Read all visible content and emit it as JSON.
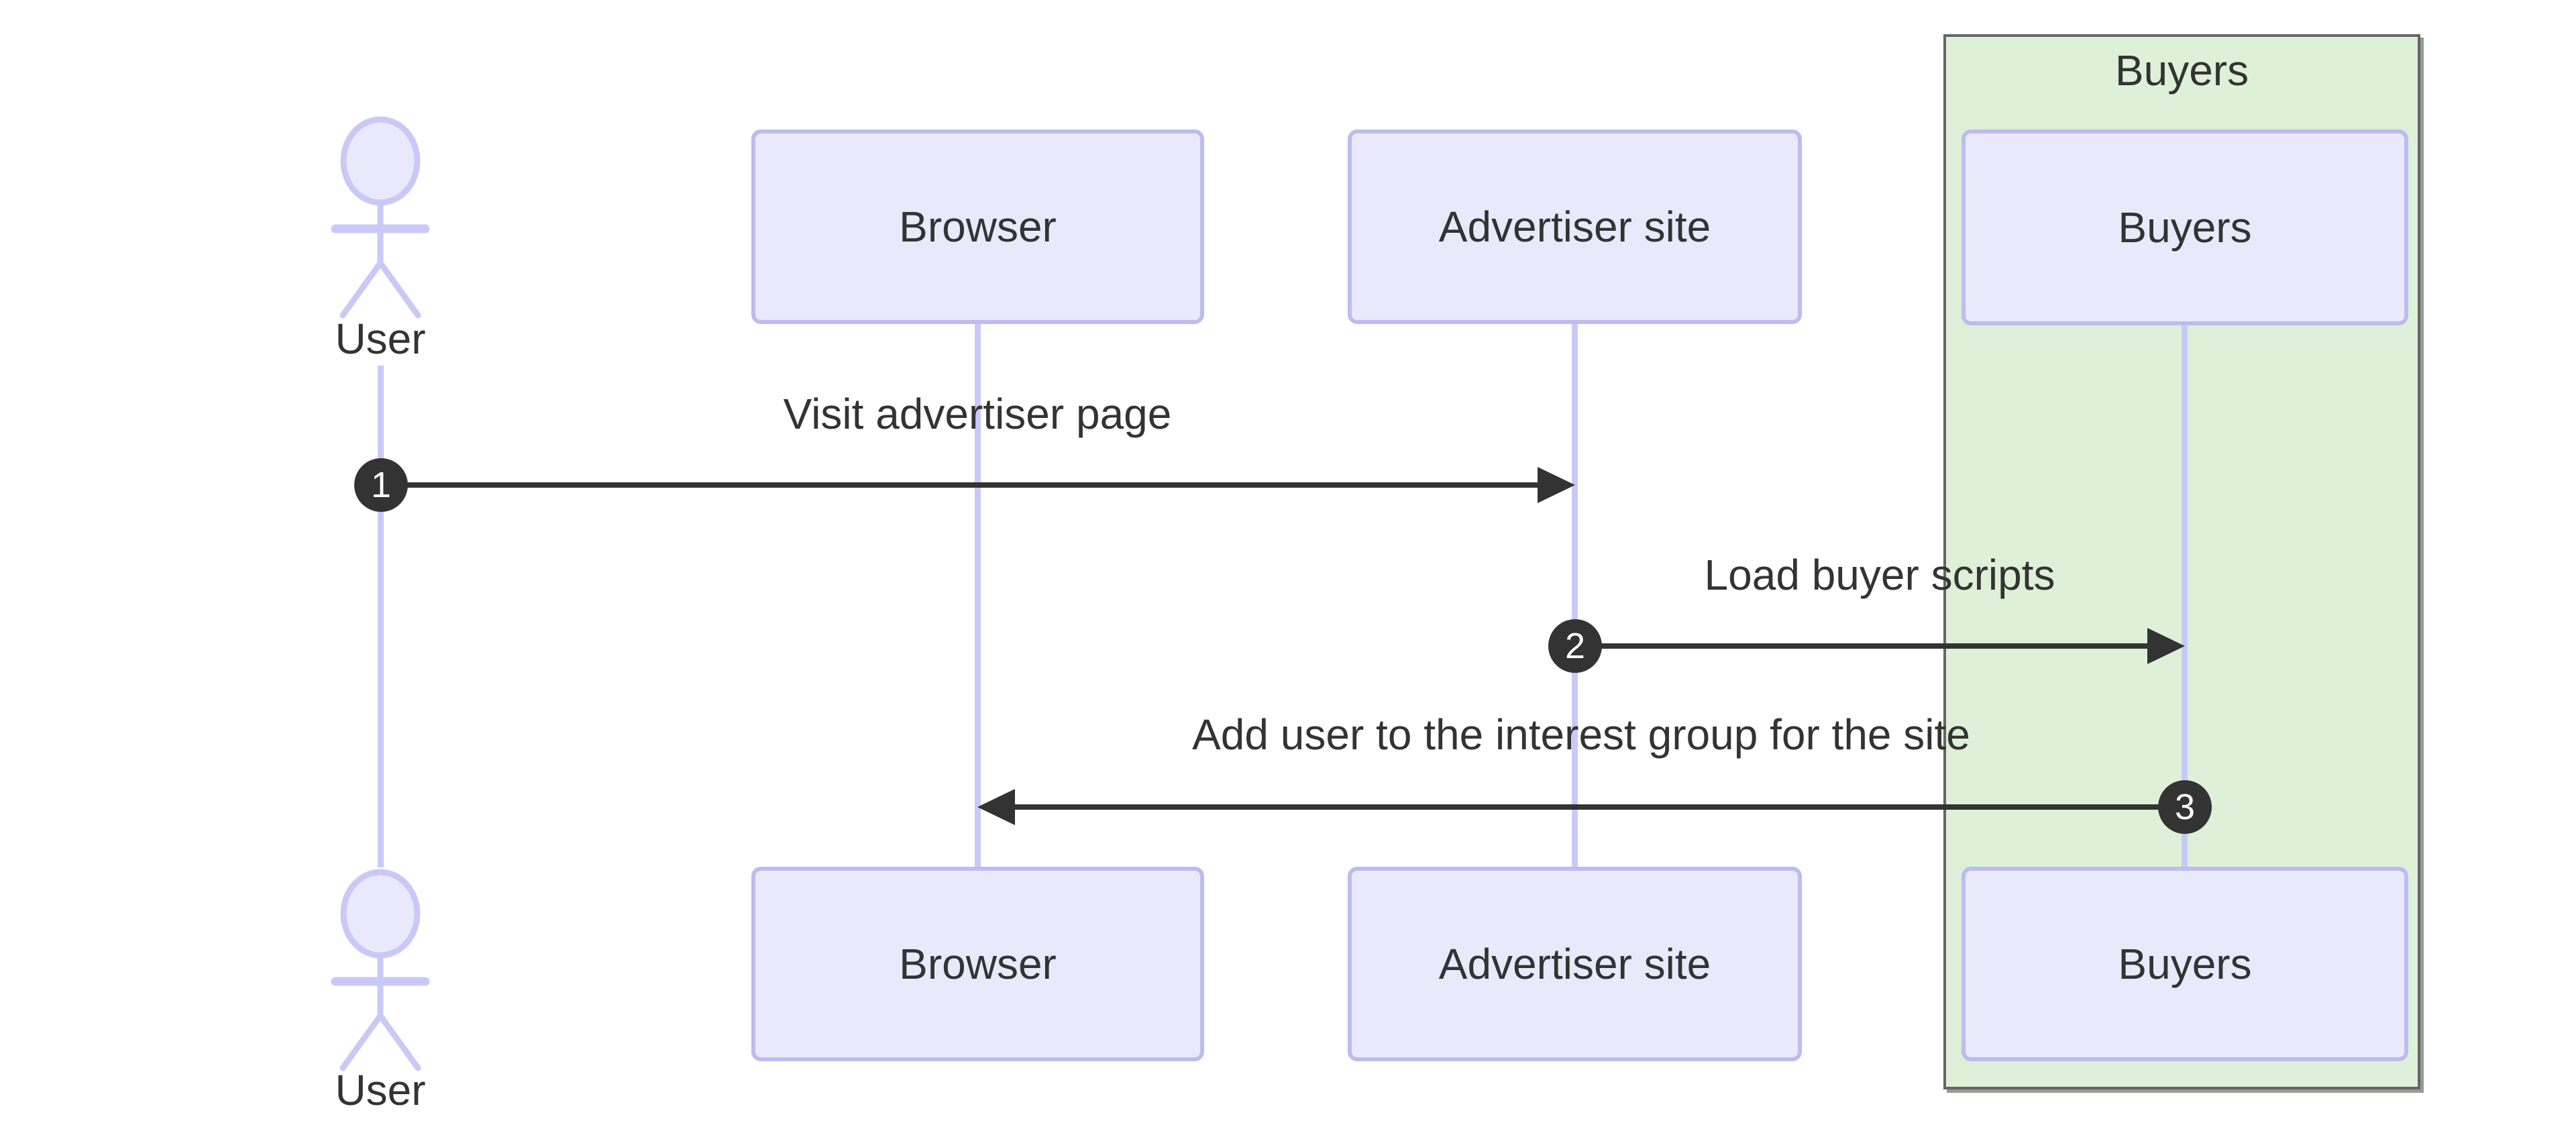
{
  "diagram": {
    "type": "sequence",
    "actors": [
      {
        "id": "user",
        "label": "User",
        "kind": "actor"
      },
      {
        "id": "browser",
        "label": "Browser",
        "kind": "participant"
      },
      {
        "id": "advertiser",
        "label": "Advertiser site",
        "kind": "participant"
      },
      {
        "id": "buyers",
        "label": "Buyers",
        "kind": "participant"
      }
    ],
    "group": {
      "label": "Buyers",
      "contains": [
        "buyers"
      ]
    },
    "messages": [
      {
        "seq": "1",
        "from": "User",
        "to": "Advertiser site",
        "direction": "right",
        "label": "Visit advertiser page"
      },
      {
        "seq": "2",
        "from": "Advertiser site",
        "to": "Buyers",
        "direction": "right",
        "label": "Load buyer scripts"
      },
      {
        "seq": "3",
        "from": "Buyers",
        "to": "Browser",
        "direction": "left",
        "label": "Add user to the interest group for the site"
      }
    ],
    "colors": {
      "participant_fill": "#e9e9fb",
      "participant_border": "#bcbcf0",
      "lifeline": "#c9c9f8",
      "text": "#333333",
      "arrow": "#333333",
      "badge_fill": "#333333",
      "badge_text": "#ffffff",
      "group_fill": "#def0d8",
      "group_border": "#666666",
      "page_bg": "#ffffff"
    }
  }
}
